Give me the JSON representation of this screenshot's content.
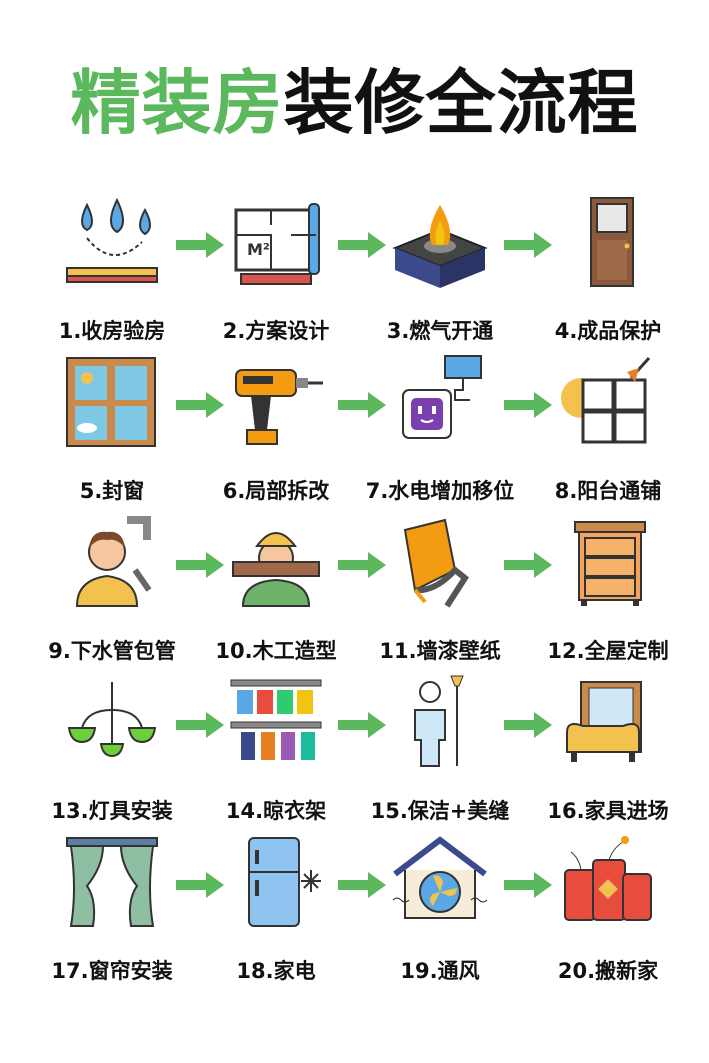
{
  "title": {
    "highlight": "精装房",
    "rest": "装修全流程"
  },
  "colors": {
    "accent": "#5cb85c",
    "text": "#111111"
  },
  "steps": [
    {
      "label": "1.收房验房",
      "icon": "water-drops-icon"
    },
    {
      "label": "2.方案设计",
      "icon": "blueprint-icon"
    },
    {
      "label": "3.燃气开通",
      "icon": "gas-stove-icon"
    },
    {
      "label": "4.成品保护",
      "icon": "door-icon"
    },
    {
      "label": "5.封窗",
      "icon": "window-icon"
    },
    {
      "label": "6.局部拆改",
      "icon": "drill-icon"
    },
    {
      "label": "7.水电增加移位",
      "icon": "socket-icon"
    },
    {
      "label": "8.阳台通铺",
      "icon": "tiles-icon"
    },
    {
      "label": "9.下水管包管",
      "icon": "plumber-icon"
    },
    {
      "label": "10.木工造型",
      "icon": "carpenter-icon"
    },
    {
      "label": "11.墙漆壁纸",
      "icon": "paint-roller-icon"
    },
    {
      "label": "12.全屋定制",
      "icon": "cabinet-icon"
    },
    {
      "label": "13.灯具安装",
      "icon": "chandelier-icon"
    },
    {
      "label": "14.晾衣架",
      "icon": "clothes-rack-icon"
    },
    {
      "label": "15.保洁+美缝",
      "icon": "cleaner-icon"
    },
    {
      "label": "16.家具进场",
      "icon": "furniture-icon"
    },
    {
      "label": "17.窗帘安装",
      "icon": "curtain-icon"
    },
    {
      "label": "18.家电",
      "icon": "fridge-icon"
    },
    {
      "label": "19.通风",
      "icon": "ventilation-icon"
    },
    {
      "label": "20.搬新家",
      "icon": "firecracker-icon"
    }
  ]
}
